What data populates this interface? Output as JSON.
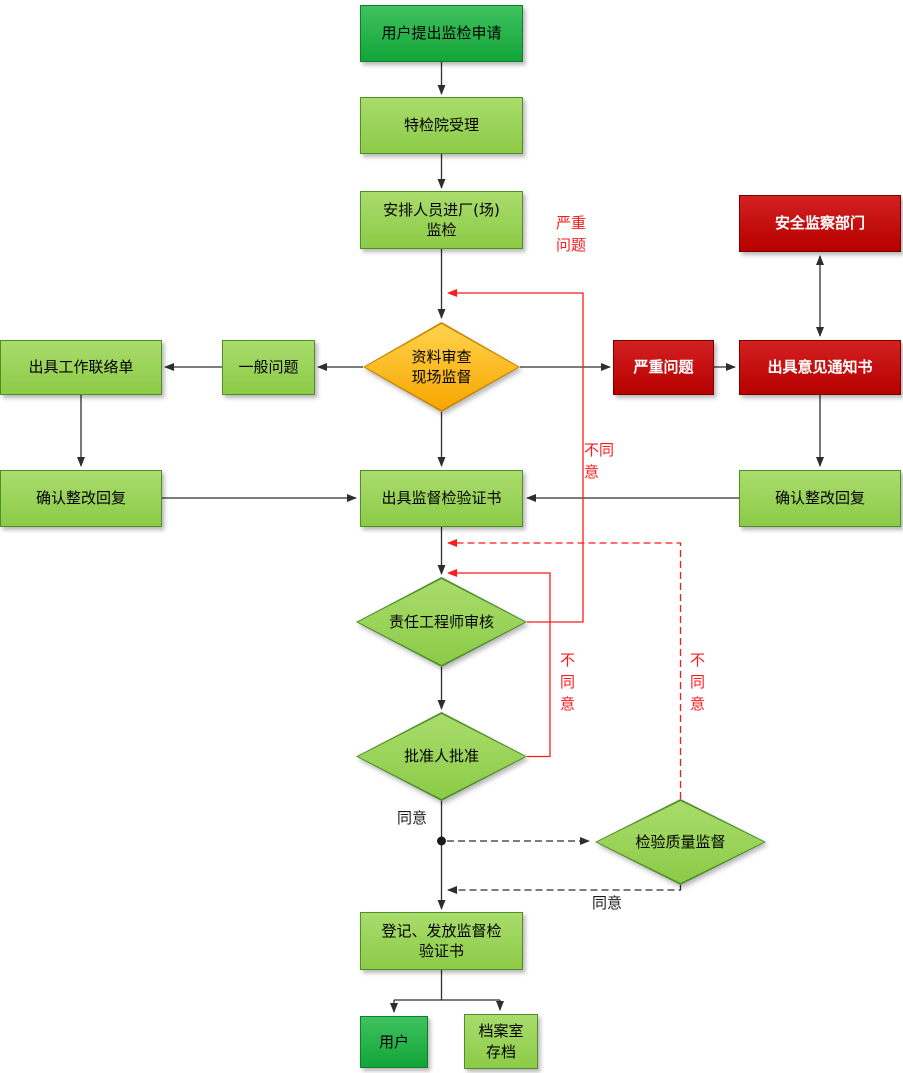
{
  "colors": {
    "light_green_fill": "#8CCB47",
    "light_green_hi": "#A9DC6C",
    "light_green_border": "#4E8F2A",
    "dark_green_fill": "#12A538",
    "dark_green_hi": "#3FC25F",
    "dark_green_border": "#0C7F2C",
    "orange_fill": "#F7A600",
    "orange_hi": "#FFD34D",
    "orange_border": "#C98500",
    "red_fill": "#B70000",
    "red_hi": "#D32020",
    "red_border": "#7A0000",
    "line_black": "#2E2E2E",
    "line_red": "#FF1A1A"
  },
  "nodes": {
    "apply": {
      "label": "用户提出监检申请"
    },
    "accept": {
      "label": "特检院受理"
    },
    "arrange": {
      "label": "安排人员进厂(场)\n监检"
    },
    "review": {
      "label": "资料审查\n现场监督"
    },
    "general_issue": {
      "label": "一般问题"
    },
    "contact_sheet": {
      "label": "出具工作联络单"
    },
    "confirm_left": {
      "label": "确认整改回复"
    },
    "certificate": {
      "label": "出具监督检验证书"
    },
    "severe_issue": {
      "label": "严重问题"
    },
    "notice": {
      "label": "出具意见通知书"
    },
    "safety_dept": {
      "label": "安全监察部门"
    },
    "confirm_right": {
      "label": "确认整改回复"
    },
    "engineer_review": {
      "label": "责任工程师审核"
    },
    "approver": {
      "label": "批准人批准"
    },
    "quality_supervision": {
      "label": "检验质量监督"
    },
    "register": {
      "label": "登记、发放监督检\n验证书"
    },
    "user": {
      "label": "用户"
    },
    "archive": {
      "label": "档案室\n存档"
    }
  },
  "edge_labels": {
    "severe_problem": "严重\n问题",
    "disagree_review": "不同\n意",
    "disagree_engineer": "不\n同\n意",
    "disagree_quality": "不\n同\n意",
    "agree_approver": "同意",
    "agree_quality": "同意"
  }
}
